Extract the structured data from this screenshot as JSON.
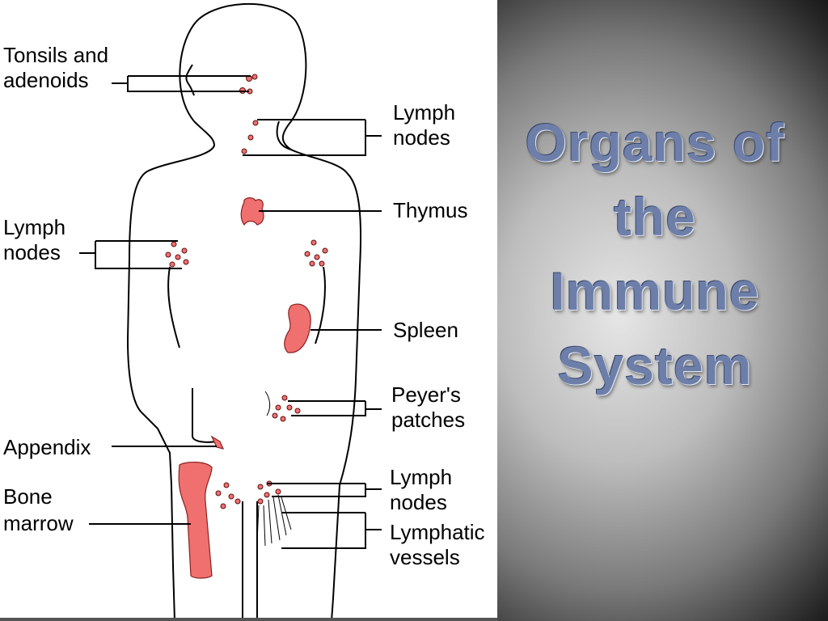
{
  "title": {
    "lines": [
      "Organs of",
      "the",
      "Immune",
      "System"
    ]
  },
  "colors": {
    "organ_fill": "#f07070",
    "title_text": "#6d7fa9",
    "outline": "#000000"
  },
  "diagram": {
    "labels": {
      "tonsils": [
        "Tonsils and",
        "adenoids"
      ],
      "lymph_neck": [
        "Lymph",
        "nodes"
      ],
      "thymus": [
        "Thymus"
      ],
      "lymph_arm": [
        "Lymph",
        "nodes"
      ],
      "spleen": [
        "Spleen"
      ],
      "peyers": [
        "Peyer's",
        "patches"
      ],
      "appendix": [
        "Appendix"
      ],
      "bone_marrow": [
        "Bone",
        "marrow"
      ],
      "lymph_groin": [
        "Lymph",
        "nodes"
      ],
      "lymphatic_vessels": [
        "Lymphatic",
        "vessels"
      ]
    }
  }
}
